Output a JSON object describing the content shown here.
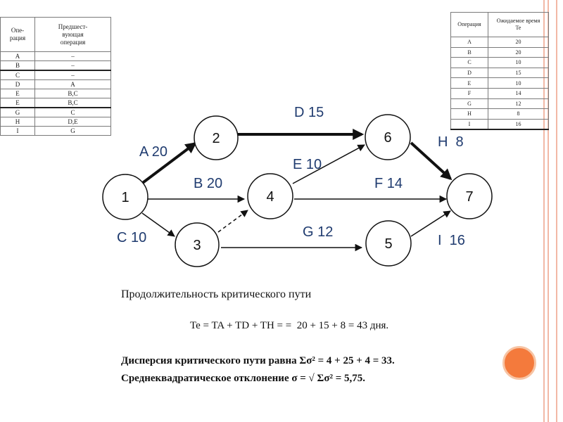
{
  "table_left": {
    "headers": [
      "Опе-\nрация",
      "Предшест-\nвующая\nоперация"
    ],
    "rows": [
      [
        "A",
        "–"
      ],
      [
        "B",
        "–"
      ],
      [
        "C",
        "–"
      ],
      [
        "D",
        "A"
      ],
      [
        "E",
        "B,C"
      ],
      [
        "E",
        "B,C"
      ],
      [
        "G",
        "C"
      ],
      [
        "H",
        "D,E"
      ],
      [
        "I",
        "G"
      ]
    ]
  },
  "table_right": {
    "headers": [
      "Операция",
      "Ожидаемое время\nTe"
    ],
    "rows": [
      [
        "A",
        "20"
      ],
      [
        "B",
        "20"
      ],
      [
        "C",
        "10"
      ],
      [
        "D",
        "15"
      ],
      [
        "E",
        "10"
      ],
      [
        "F",
        "14"
      ],
      [
        "G",
        "12"
      ],
      [
        "H",
        "8"
      ],
      [
        "I",
        "16"
      ]
    ]
  },
  "diagram": {
    "nodes": [
      "1",
      "2",
      "3",
      "4",
      "5",
      "6",
      "7"
    ],
    "edges": [
      {
        "label": "A 20",
        "from": "1",
        "to": "2",
        "critical": true,
        "dashed": false
      },
      {
        "label": "B 20",
        "from": "1",
        "to": "4",
        "critical": false,
        "dashed": false
      },
      {
        "label": "C 10",
        "from": "1",
        "to": "3",
        "critical": false,
        "dashed": false
      },
      {
        "label": "D 15",
        "from": "2",
        "to": "6",
        "critical": true,
        "dashed": false
      },
      {
        "label": "E 10",
        "from": "4",
        "to": "6",
        "critical": false,
        "dashed": false
      },
      {
        "label": "F 14",
        "from": "4",
        "to": "7",
        "critical": false,
        "dashed": false
      },
      {
        "label": "G 12",
        "from": "3",
        "to": "5",
        "critical": false,
        "dashed": false
      },
      {
        "label": "H  8",
        "from": "6",
        "to": "7",
        "critical": true,
        "dashed": false
      },
      {
        "label": "I  16",
        "from": "5",
        "to": "7",
        "critical": false,
        "dashed": false
      },
      {
        "label": "",
        "from": "3",
        "to": "4",
        "critical": false,
        "dashed": true
      }
    ]
  },
  "text": {
    "critical_path_heading": "Продолжительность критического пути",
    "te_formula": "Te = TA + TD + TH = =  20 + 15 + 8 = 43 дня.",
    "variance_line": "Дисперсия критического пути равна Σσ² = 4 + 25 + 4 = 33.",
    "stddev_line": "Среднеквадратическое отклонение σ = √ Σσ² = 5,75."
  },
  "colors": {
    "edge_label": "#1f3b6f",
    "accent_circle": "#f47a3c",
    "stripe": "#f2b8a6"
  }
}
